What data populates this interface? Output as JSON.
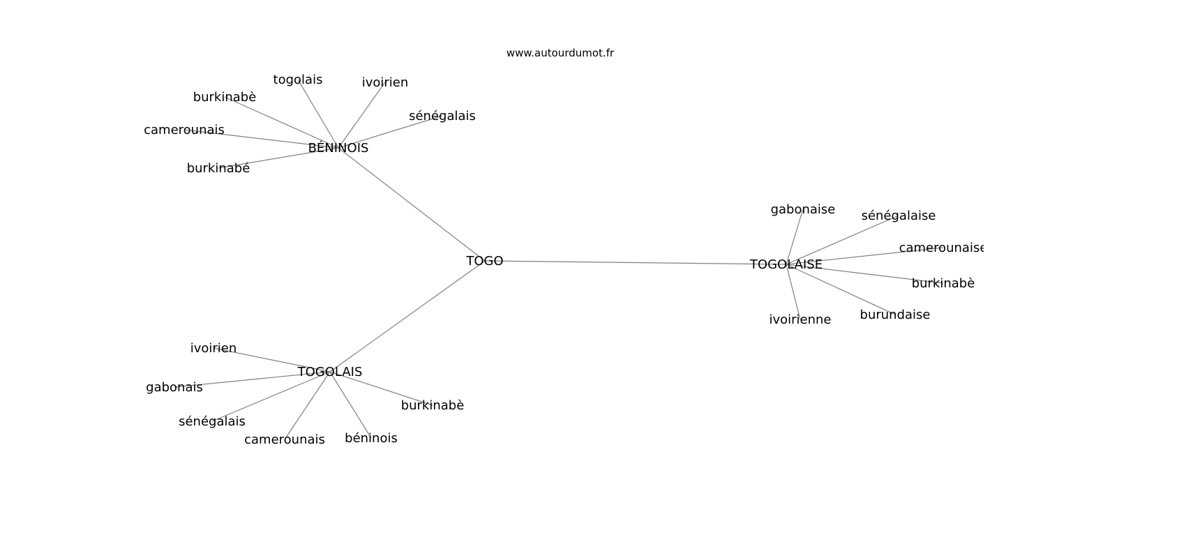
{
  "title": "www.autourdumot.fr",
  "graph": {
    "center": "TOGO",
    "hubs": [
      {
        "label": "BÉNINOIS",
        "leaves": [
          "togolais",
          "ivoirien",
          "sénégalais",
          "burkinabè",
          "camerounais",
          "burkinabé"
        ]
      },
      {
        "label": "TOGOLAISE",
        "leaves": [
          "gabonaise",
          "sénégalaise",
          "camerounaise",
          "burkinabè",
          "burundaise",
          "ivoirienne"
        ]
      },
      {
        "label": "TOGOLAIS",
        "leaves": [
          "ivoirien",
          "gabonais",
          "sénégalais",
          "camerounais",
          "béninois",
          "burkinabè"
        ]
      }
    ],
    "edge_color": "#808080"
  }
}
